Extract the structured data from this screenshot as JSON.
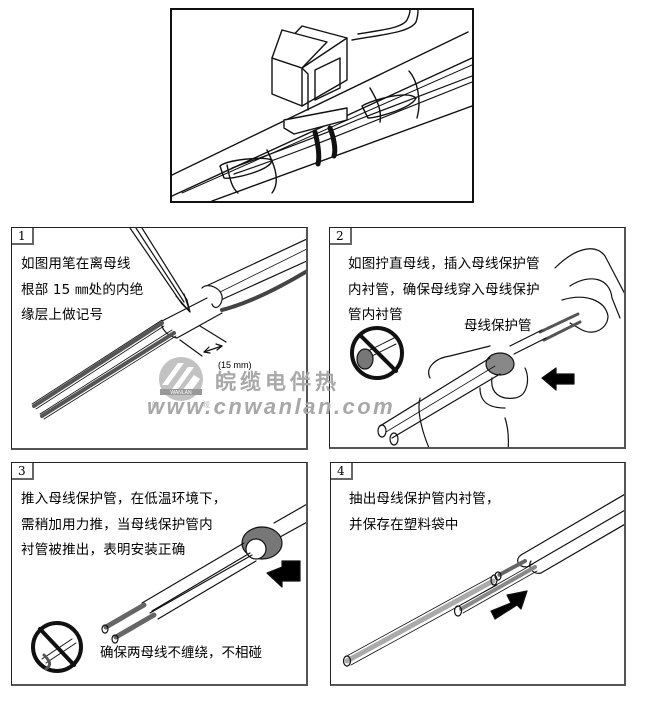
{
  "document": {
    "title_illustration": "heat-tracing-cable-power-connection-box-on-pipe",
    "steps": [
      {
        "number": "1",
        "lines": [
          "如图用笔在离母线",
          "根部 15 ㎜处的内绝",
          "缘层上做记号"
        ],
        "dimension_label": "(15 mm)"
      },
      {
        "number": "2",
        "lines": [
          "如图拧直母线，插入母线保护管",
          "内衬管，确保母线穿入母线保护",
          "管内衬管"
        ],
        "callout_label": "母线保护管"
      },
      {
        "number": "3",
        "lines": [
          "推入母线保护管，在低温环境下，",
          "需稍加用力推，当母线保护管内",
          "衬管被推出，表明安装正确"
        ],
        "warning_label": "确保两母线不缠绕，不相碰"
      },
      {
        "number": "4",
        "lines": [
          "抽出母线保护管内衬管，",
          "并保存在塑料袋中"
        ]
      }
    ]
  },
  "watermark": {
    "brand_cn": "皖缆电伴热",
    "url": "www.cnwanlan.com",
    "logo_text": "WANLAN",
    "logo_sub_left": "皖",
    "logo_sub_right": "缆"
  },
  "colors": {
    "line": "#111111",
    "frame": "#222222",
    "watermark": "#a8a8a8",
    "background": "#ffffff"
  }
}
